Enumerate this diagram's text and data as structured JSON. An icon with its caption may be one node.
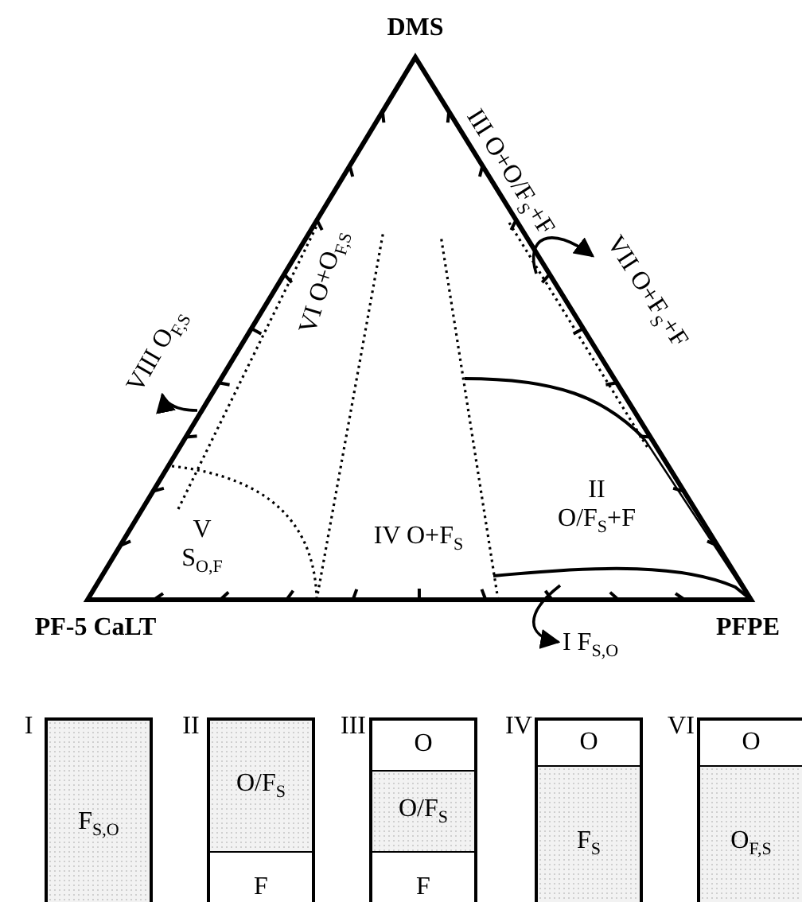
{
  "diagram": {
    "nodes": [
      {
        "text": [
          "VII O+F$_{S}$+F"
        ]
      },
      {
        "text": [
          "VIII O$_{F,S}$"
        ]
      },
      {
        "text": [
          "I F$_{S,O}$"
        ]
      },
      {
        "text": [
          "F$_{S,O}$"
        ],
        "beside": [
          "I"
        ]
      },
      {
        "text": [
          "O/F$_{S}$",
          "F"
        ],
        "beside": [
          "II"
        ]
      },
      {
        "text": [
          "O",
          "O/F$_{S}$",
          "F"
        ],
        "beside": [
          "III"
        ]
      },
      {
        "text": [
          "O",
          "F$_{S}$"
        ],
        "beside": [
          "IV"
        ]
      },
      {
        "text": [
          "O",
          "O$_{F,S}$"
        ],
        "beside": [
          "VI"
        ]
      }
    ],
    "edges": [
      {
        "from": null,
        "to": 0,
        "arrow": "to"
      },
      {
        "from": null,
        "to": 1,
        "arrow": "to"
      },
      {
        "from": null,
        "to": 2,
        "arrow": "to"
      }
    ],
    "labels": [
      "DMS",
      "III O+O/F$_{S}$+F",
      "VI O+O$_{F,S}$",
      "II O/F$_{S}$+F",
      "V S$_{O,F}$",
      "IV O+F$_{S}$",
      "PF-5 CaLT",
      "PFPE"
    ]
  }
}
